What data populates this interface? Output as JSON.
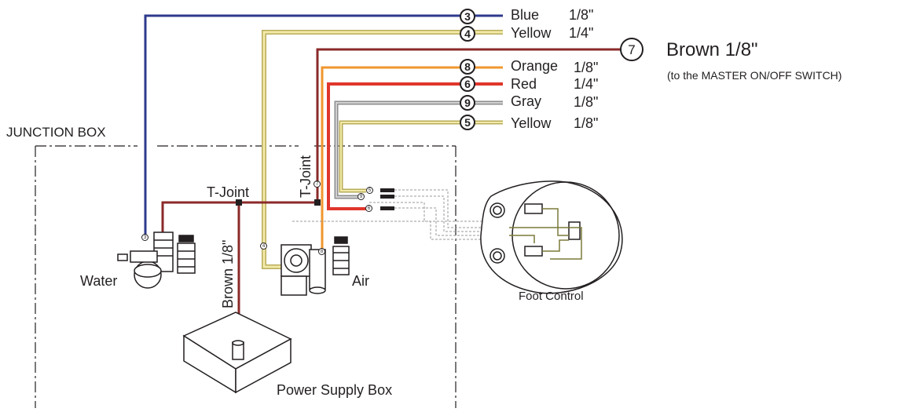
{
  "junction_box": {
    "label": "JUNCTION  BOX"
  },
  "tubes": [
    {
      "number": "3",
      "name": "Blue",
      "size": "1/8\"",
      "color": "#2e3a8c"
    },
    {
      "number": "4",
      "name": "Yellow",
      "size": "1/4\"",
      "color": "#e8dc8a"
    },
    {
      "number": "7",
      "name": "Brown",
      "size": "1/8\"",
      "color": "#8b2a2a",
      "note": "(to the MASTER ON/OFF SWITCH)",
      "big_label": "Brown 1/8\""
    },
    {
      "number": "8",
      "name": "Orange",
      "size": "1/8\"",
      "color": "#f0962e"
    },
    {
      "number": "6",
      "name": "Red",
      "size": "1/4\"",
      "color": "#e0362c"
    },
    {
      "number": "9",
      "name": "Gray",
      "size": "1/8\"",
      "color": "#a8a8a8"
    },
    {
      "number": "5",
      "name": "Yellow",
      "size": "1/8\"",
      "color": "#e8dc8a"
    }
  ],
  "components": {
    "t_joint_horizontal": "T-Joint",
    "t_joint_vertical": "T-Joint",
    "brown_vertical": "Brown 1/8\"",
    "water": "Water",
    "air": "Air",
    "power_supply": "Power Supply Box",
    "foot_control": "Foot Control"
  }
}
